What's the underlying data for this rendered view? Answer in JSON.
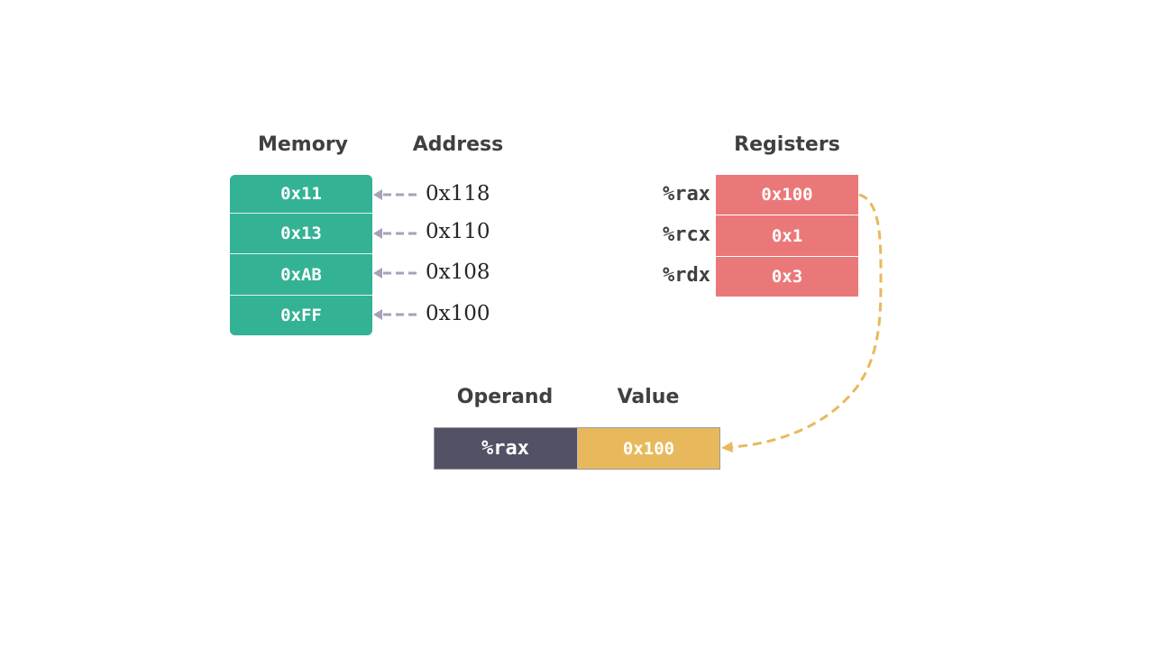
{
  "memory": {
    "heading": "Memory",
    "cells": [
      "0x11",
      "0x13",
      "0xAB",
      "0xFF"
    ]
  },
  "address": {
    "heading": "Address",
    "labels": [
      "0x118",
      "0x110",
      "0x108",
      "0x100"
    ]
  },
  "registers": {
    "heading": "Registers",
    "items": [
      {
        "name": "%rax",
        "value": "0x100"
      },
      {
        "name": "%rcx",
        "value": "0x1"
      },
      {
        "name": "%rdx",
        "value": "0x3"
      }
    ]
  },
  "operand_table": {
    "operand_heading": "Operand",
    "value_heading": "Value",
    "operand": "%rax",
    "value": "0x100"
  },
  "colors": {
    "memory": "#33b294",
    "register": "#eb7878",
    "operand": "#525166",
    "value": "#e8b95c",
    "arrow_gray": "#a6a3b8",
    "arrow_gold": "#e8b95c"
  }
}
